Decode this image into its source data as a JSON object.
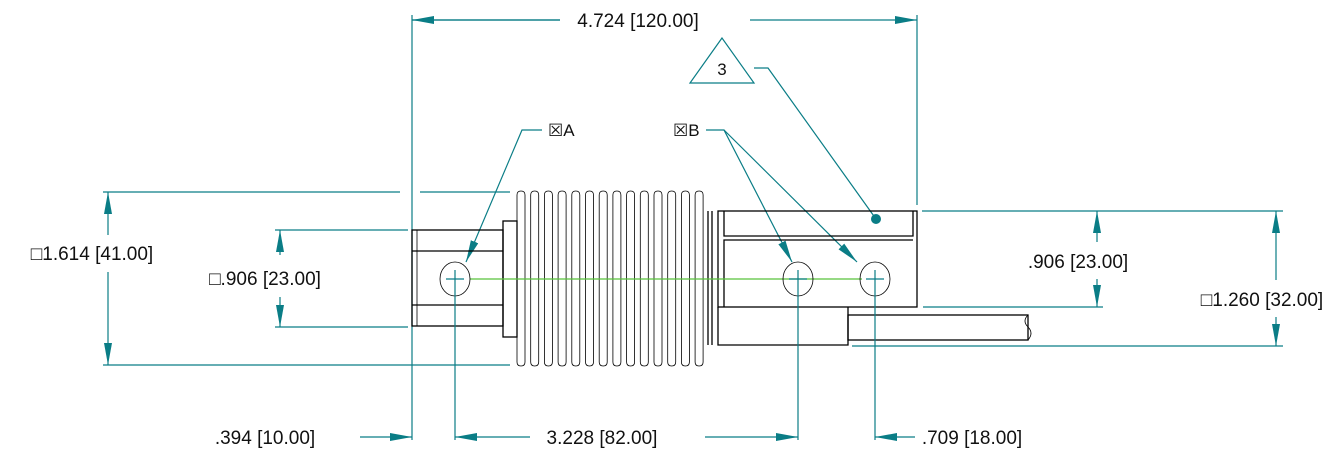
{
  "title": "Load cell dimension drawing",
  "dimensions": {
    "overall_length": "4.724 [120.00]",
    "overall_height": "□1.614 [41.00]",
    "stub_height": "□.906 [23.00]",
    "right_hole_offset": ".906 [23.00]",
    "right_block_height": "□1.260 [32.00]",
    "left_offset": ".394 [10.00]",
    "hole_spacing": "3.228 [82.00]",
    "end_hole_spacing": ".709 [18.00]"
  },
  "notes": {
    "triangle_note": "3",
    "datum_a": "☒A",
    "datum_b": "☒B"
  },
  "colors": {
    "dimension": "#0a7d86",
    "centerline": "#58c23a",
    "object": "#000000"
  }
}
